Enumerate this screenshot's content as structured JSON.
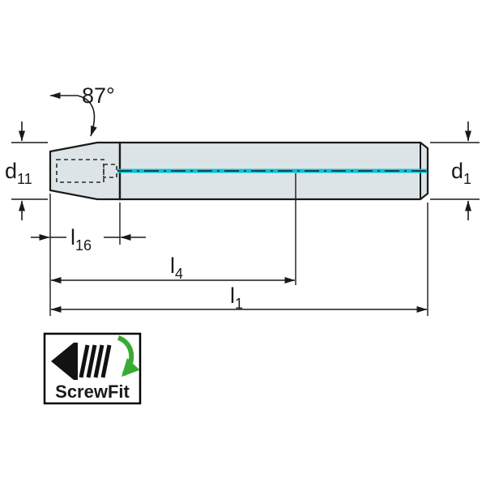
{
  "drawing": {
    "angle_label": "87°",
    "dimensions": {
      "d11": {
        "base": "d",
        "sub": "11"
      },
      "d1": {
        "base": "d",
        "sub": "1"
      },
      "l16": {
        "base": "l",
        "sub": "16"
      },
      "l4": {
        "base": "l",
        "sub": "4"
      },
      "l1": {
        "base": "l",
        "sub": "1"
      }
    }
  },
  "logo": {
    "label": "ScrewFit"
  },
  "colors": {
    "body_fill": "#dde4e7",
    "outline": "#1a1a1a",
    "centerline": "#00c6d7",
    "logo_arrow_green": "#3aaa35"
  }
}
